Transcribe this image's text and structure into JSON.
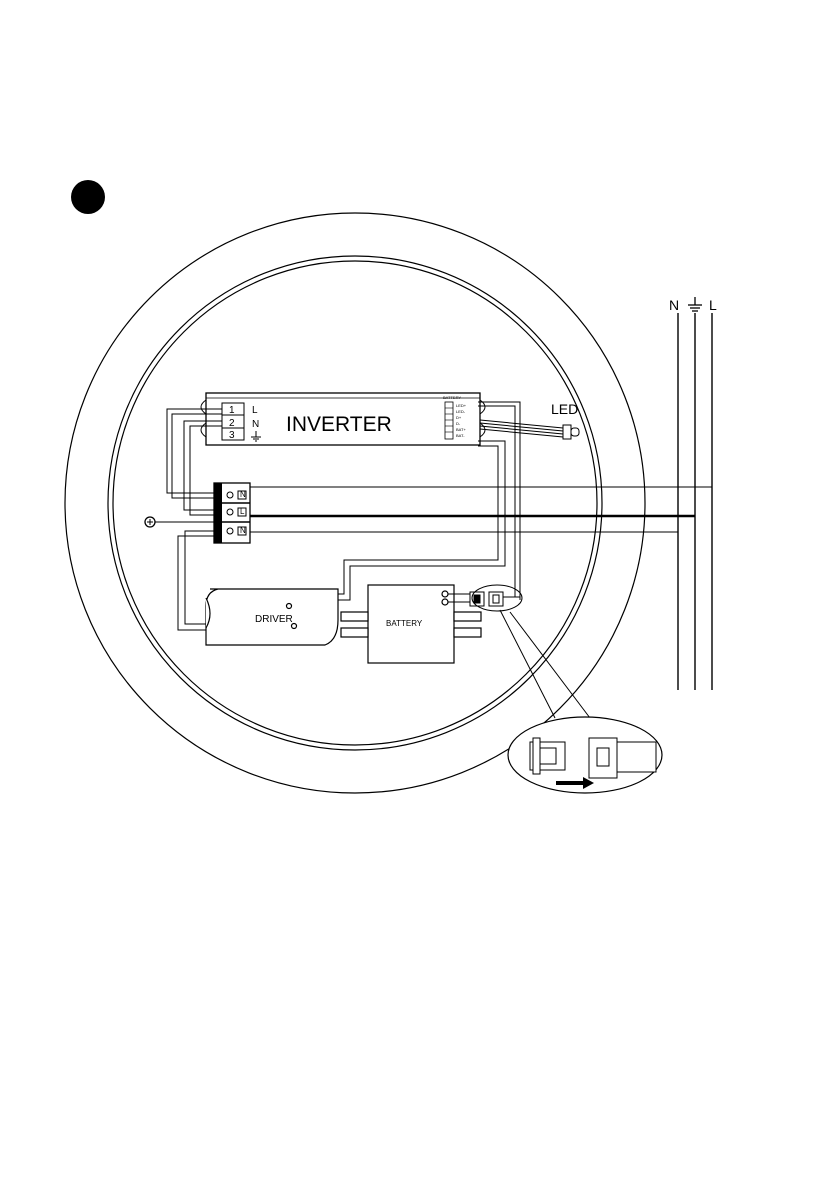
{
  "diagram": {
    "inverter": {
      "label": "INVERTER",
      "terminals": [
        "1",
        "2",
        "3"
      ],
      "terminal_labels": [
        "L",
        "N"
      ],
      "ground_symbol": "ground-symbol",
      "right_block_heading": "BATTERY",
      "right_block_pins": [
        "LED+",
        "LED-",
        "D+",
        "D-",
        "BAT+",
        "BAT-"
      ]
    },
    "led_label": "LED",
    "mains_labels": [
      "N",
      "L"
    ],
    "mains_ground_symbol": "ground-symbol",
    "driver_label": "DRIVER",
    "battery_label": "BATTERY",
    "terminal_block_labels": [
      "N",
      "L",
      "N"
    ]
  }
}
